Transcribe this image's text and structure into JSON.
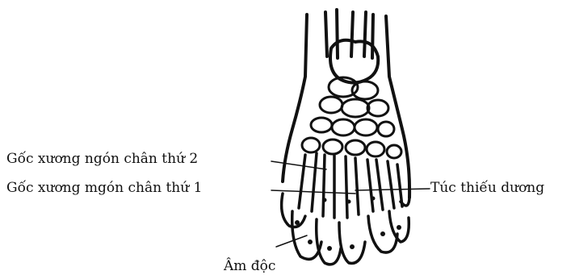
{
  "labels": {
    "second_toe_base": "Gốc xương ngón chân thứ 2",
    "first_toe_base": "Gốc xương mgón chân thứ 1",
    "tuc_thieu_duong": "Túc thiếu dương",
    "am_doc": "Âm độc"
  },
  "colors": {
    "ink": "#111111",
    "background": "#ffffff"
  },
  "figure": "foot-bone-illustration"
}
